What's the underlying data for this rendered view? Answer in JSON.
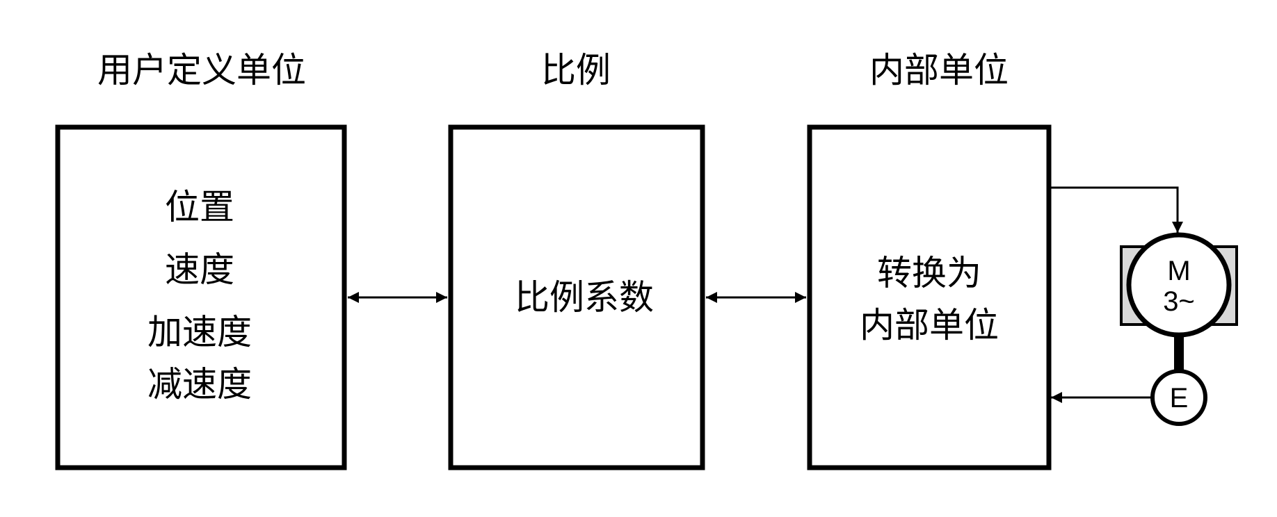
{
  "headings": {
    "user_units": "用户定义单位",
    "scaling": "比例",
    "internal_units": "内部单位"
  },
  "box_user": {
    "lines": [
      "位置",
      "速度",
      "加速度",
      "减速度"
    ]
  },
  "box_scaling": {
    "label": "比例系数"
  },
  "box_internal": {
    "lines": [
      "转换为",
      "内部单位"
    ]
  },
  "motor": {
    "letter": "M",
    "phase": "3~"
  },
  "encoder": {
    "letter": "E"
  },
  "colors": {
    "line": "#000000",
    "motor_housing": "#d9d9d9",
    "background": "#ffffff"
  }
}
